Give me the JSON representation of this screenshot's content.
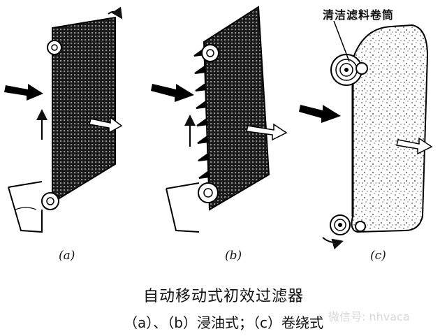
{
  "figure": {
    "callout_label": "清洁滤料卷筒",
    "panel_labels": [
      "(a)",
      "(b)",
      "(c)"
    ],
    "caption_title": "自动移动式初效过滤器",
    "caption_subtitle": "（a）、（b）浸油式；（c）卷绕式",
    "watermark": "微信号: nhvaca"
  }
}
